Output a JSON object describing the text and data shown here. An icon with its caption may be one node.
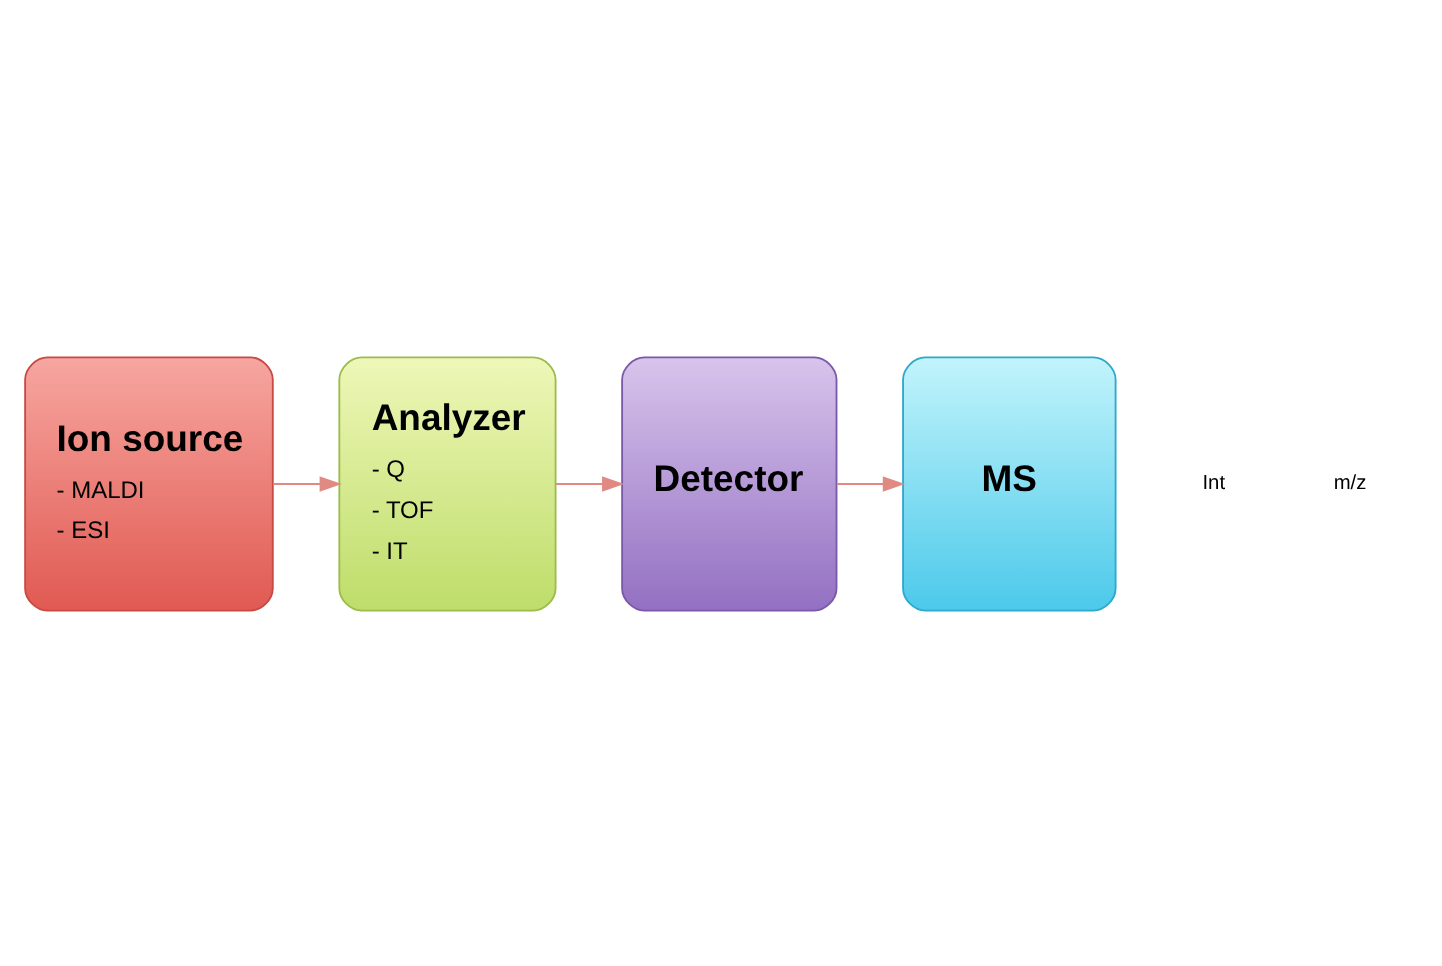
{
  "diagram": {
    "nodes": [
      {
        "text": [
          "Ion source",
          "- MALDI",
          "- ESI"
        ]
      },
      {
        "text": [
          "Analyzer",
          "- Q",
          "- TOF",
          "- IT"
        ]
      },
      {
        "text": [
          "Detector"
        ]
      },
      {
        "text": [
          "MS"
        ]
      }
    ],
    "edges": [
      {
        "from": 0,
        "to": 1,
        "arrow": "to"
      },
      {
        "from": 1,
        "to": 2,
        "arrow": "to"
      },
      {
        "from": 2,
        "to": 3,
        "arrow": "to"
      }
    ],
    "labels": [
      "Int",
      "m/z"
    ]
  }
}
